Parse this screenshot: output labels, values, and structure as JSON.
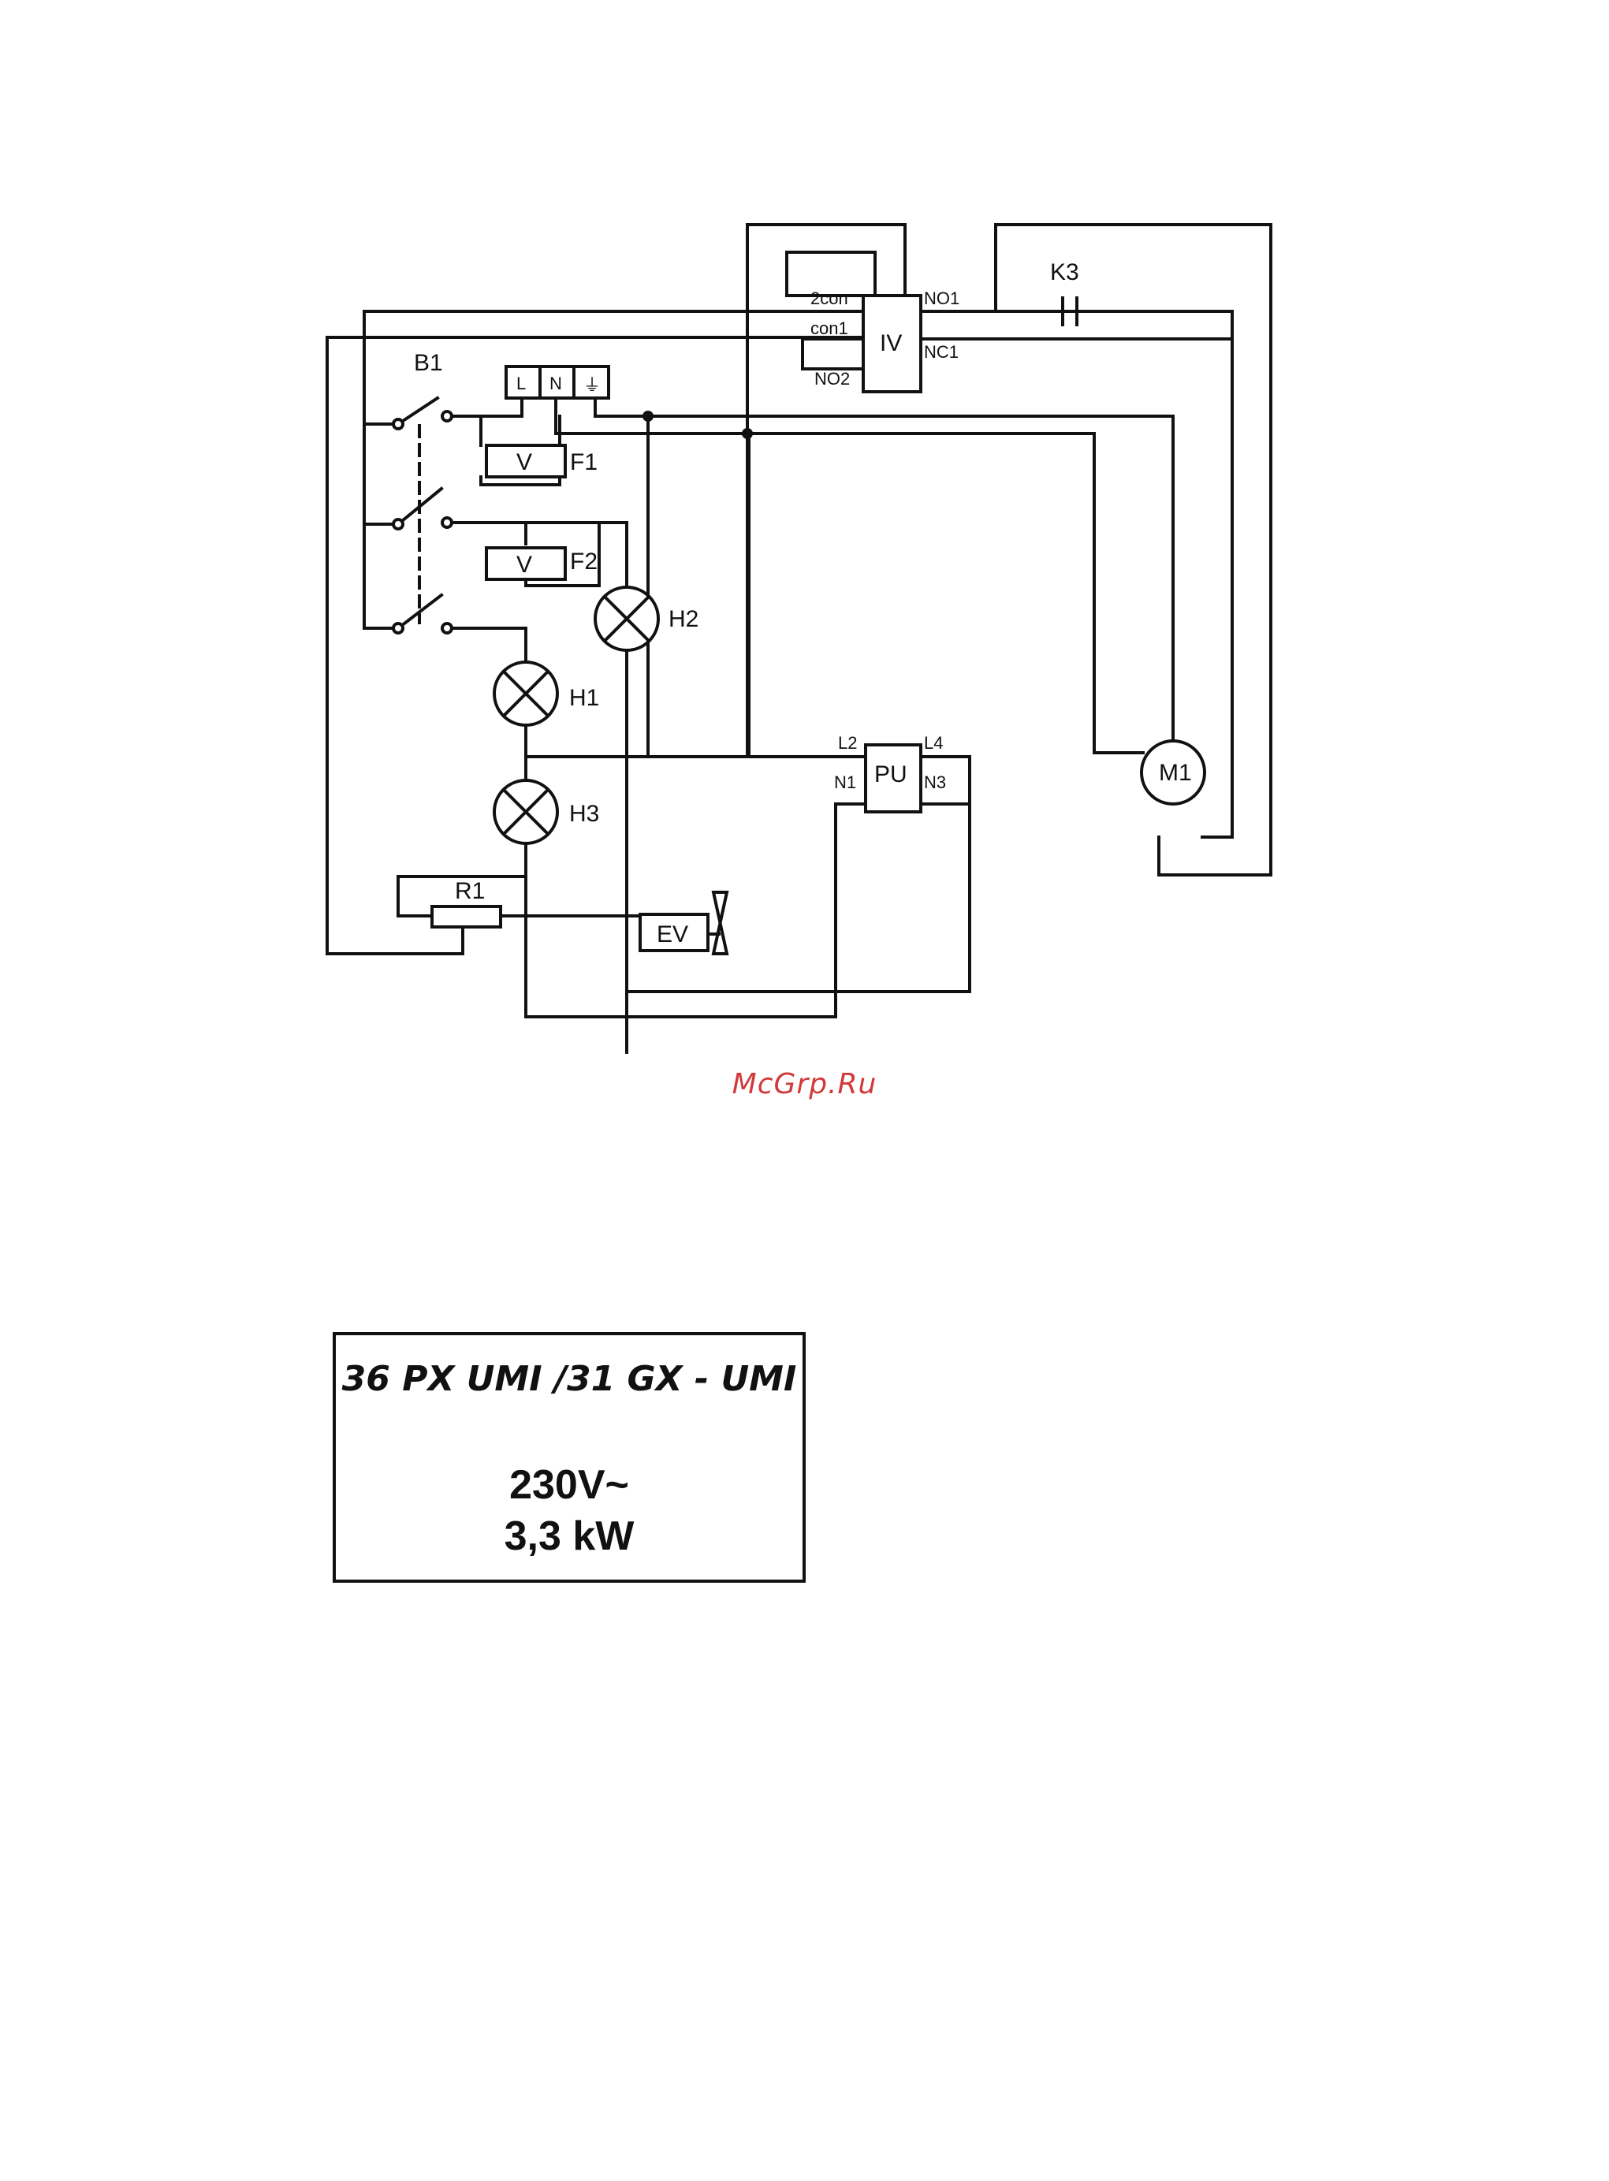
{
  "labels": {
    "B1": "B1",
    "F1": "F1",
    "F2": "F2",
    "H1": "H1",
    "H2": "H2",
    "H3": "H3",
    "R1": "R1",
    "EV": "EV",
    "PU": "PU",
    "IV": "IV",
    "K3": "K3",
    "M1": "M1",
    "V": "V",
    "L": "L",
    "N": "N",
    "ground": "⏚",
    "pins": {
      "2con": "2con",
      "con1": "con1",
      "NO2": "NO2",
      "NO1": "NO1",
      "NC1": "NC1",
      "L2": "L2",
      "L4": "L4",
      "N1": "N1",
      "N3": "N3"
    }
  },
  "watermark": "McGrp.Ru",
  "nameplate": {
    "model": "36 PX UMI /31 GX - UMI",
    "voltage": "230V~",
    "power": "3,3 kW"
  }
}
